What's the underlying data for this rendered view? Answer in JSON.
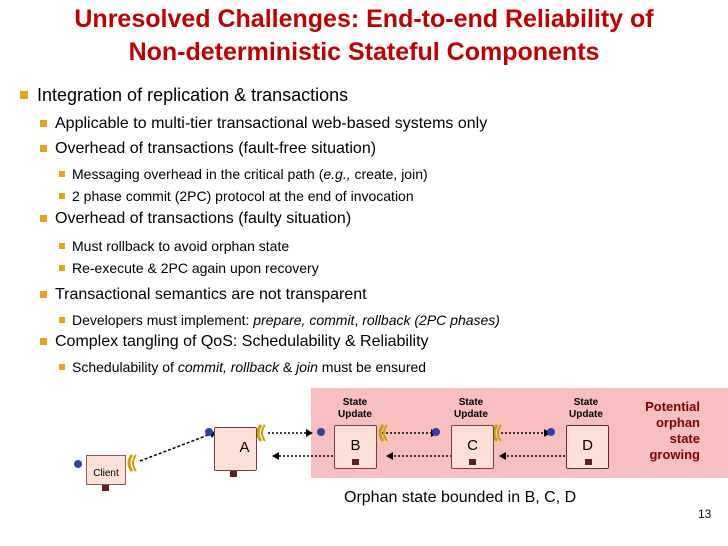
{
  "slide": {
    "title_line1": "Unresolved Challenges: End-to-end Reliability of",
    "title_line2": "Non-deterministic Stateful Components",
    "page_number": "13"
  },
  "bullets": {
    "b1": "Integration of replication & transactions",
    "b1_1": "Applicable to multi-tier transactional web-based systems only",
    "b1_2": "Overhead of transactions (fault-free situation)",
    "b1_2_1_pre": "Messaging overhead in the critical path (",
    "b1_2_1_em": "e.g.,",
    "b1_2_1_post": " create, join)",
    "b1_2_2": "2 phase commit (2PC) protocol at the end of invocation",
    "b1_3": "Overhead of transactions (faulty situation)",
    "b1_3_1": "Must rollback to avoid orphan state",
    "b1_3_2": "Re-execute & 2PC again upon recovery",
    "b1_4": "Transactional semantics are not transparent",
    "b1_4_1_pre": "Developers must implement: ",
    "b1_4_1_em1": "prepare, commit",
    "b1_4_1_mid": ", ",
    "b1_4_1_em2": "rollback (2PC phases)",
    "b1_5": "Complex tangling of QoS: Schedulability & Reliability",
    "b1_5_1_pre": "Schedulability of ",
    "b1_5_1_em1": "commit, rollback",
    "b1_5_1_mid": " & ",
    "b1_5_1_em2": "join",
    "b1_5_1_post": " must be ensured"
  },
  "diagram": {
    "client_label": "Client",
    "node_a": "A",
    "node_b": "B",
    "node_c": "C",
    "node_d": "D",
    "state_update_line1": "State",
    "state_update_line2": "Update",
    "potential": [
      "Potential",
      "orphan",
      "state",
      "growing"
    ],
    "caption": "Orphan state bounded in B, C, D"
  },
  "colors": {
    "title": "#c00000",
    "bullet_square": "#e8a317",
    "shaded_region": "#f7bfbf",
    "potential_text": "#800000",
    "forbidden_sign": "#d42020"
  }
}
